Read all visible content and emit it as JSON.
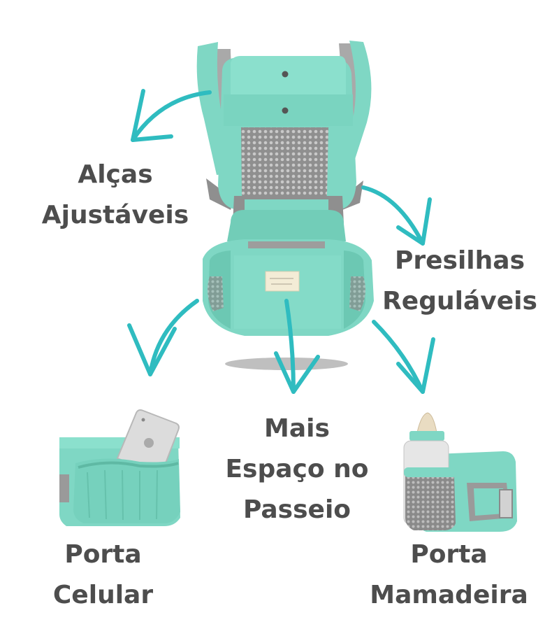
{
  "colors": {
    "accent": "#2fbcc0",
    "fabric": "#7fd7c4",
    "fabric_dark": "#5fbfaa",
    "mesh": "#9a9a9a",
    "text": "#4d4d4d"
  },
  "labels": {
    "straps": {
      "line1": "Alças",
      "line2": "Ajustáveis"
    },
    "clips": {
      "line1": "Presilhas",
      "line2": "Reguláveis"
    },
    "space": {
      "line1": "Mais",
      "line2": "Espaço no",
      "line3": "Passeio"
    },
    "phone": {
      "line1": "Porta",
      "line2": "Celular"
    },
    "bottle": {
      "line1": "Porta",
      "line2": "Mamadeira"
    }
  },
  "icons": [
    "curved-arrow-icon",
    "phone-image",
    "baby-bottle-image",
    "baby-carrier-image"
  ]
}
